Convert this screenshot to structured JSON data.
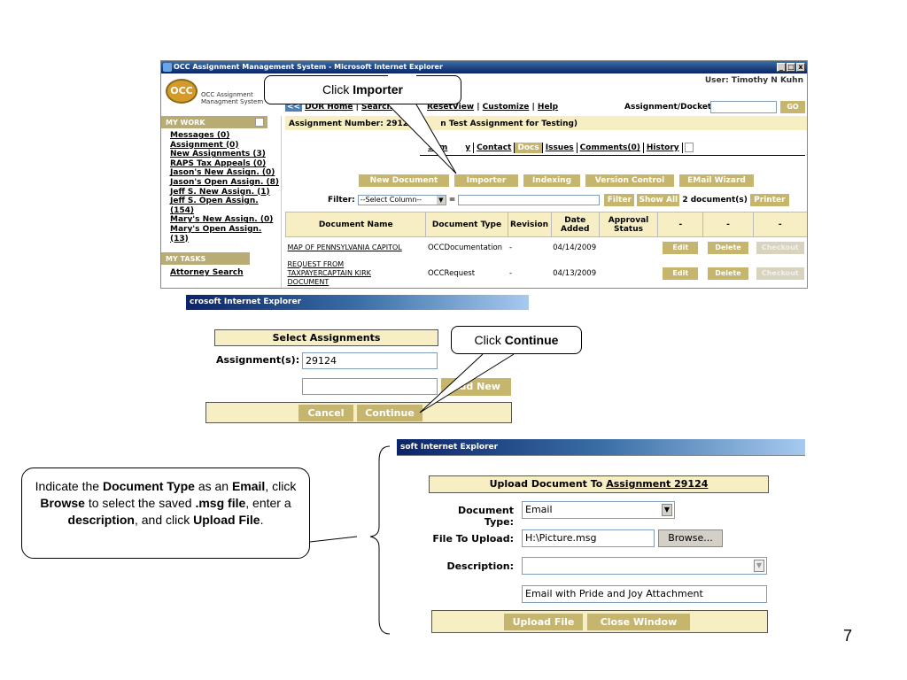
{
  "window1": {
    "title": "OCC Assignment Management System - Microsoft Internet Explorer",
    "title_buttons": [
      "_",
      "□",
      "x"
    ],
    "logo": {
      "mark": "OCC",
      "line1": "OCC Assignment",
      "line2": "Managment System"
    },
    "user": "User: Timothy N Kuhn",
    "nav": {
      "back": "<<",
      "links": [
        "DOR Home",
        "Search",
        "ResetView",
        "Customize",
        "Help"
      ],
      "separator": " | "
    },
    "assignment_docket_label": "Assignment/Docket:",
    "go_label": "GO",
    "sidebar": {
      "my_work": "MY WORK",
      "links": [
        "Messages (0)",
        "Assignment (0)",
        "New Assignments (3)",
        "RAPS Tax Appeals (0)",
        "Jason's New Assign. (0)",
        "Jason's Open Assign. (8)",
        "Jeff S. New Assign. (1)",
        "Jeff S. Open Assign.",
        "(154)",
        "Mary's New Assign. (0)",
        "Mary's Open Assign. (13)"
      ],
      "my_tasks": "MY TASKS",
      "task_links": [
        "Attorney Search"
      ]
    },
    "assignment_number": "Assignment Number: 29124",
    "assignment_suffix": "n Test Assignment for Testing)",
    "tabs": [
      "Sum",
      "y",
      "Contact",
      "Docs",
      "Issues",
      "Comments(0)",
      "History"
    ],
    "buttons": [
      "New Document",
      "Importer",
      "Indexing",
      "Version Control",
      "EMail Wizard"
    ],
    "filter_label": "Filter:",
    "filter_select": "--Select Column--",
    "filter_eq": "=",
    "filter_btn": "Filter",
    "show_all_btn": "Show All",
    "doc_count": "2 document(s)",
    "printer_btn": "Printer",
    "table": {
      "headers": [
        "Document Name",
        "Document Type",
        "Revision",
        "Date Added",
        "Approval Status",
        "-",
        "-",
        "-"
      ],
      "rows": [
        {
          "name": "MAP OF PENNSYLVANIA CAPITOL",
          "type": "OCCDocumentation",
          "revision": "-",
          "date": "04/14/2009",
          "status": "",
          "edit": "Edit",
          "delete": "Delete",
          "checkout": "Checkout"
        },
        {
          "name_l1": "REQUEST FROM",
          "name_l2": "TAXPAYERCAPTAIN KIRK",
          "name_l3": "DOCUMENT",
          "type": "OCCRequest",
          "revision": "-",
          "date": "04/13/2009",
          "status": "",
          "edit": "Edit",
          "delete": "Delete",
          "checkout": "Checkout"
        }
      ]
    }
  },
  "window2": {
    "title": "crosoft Internet Explorer",
    "header": "Select Assignments",
    "assignments_label": "Assignment(s):",
    "assignments_value": "29124",
    "add_new": "Add New",
    "cancel": "Cancel",
    "continue": "Continue"
  },
  "window3": {
    "title": "soft Internet Explorer",
    "header_prefix": "Upload Document To ",
    "header_link": "Assignment 29124",
    "doc_type_label": "Document Type:",
    "doc_type_value": "Email",
    "file_label": "File To Upload:",
    "file_value": "H:\\Picture.msg",
    "browse": "Browse...",
    "desc_label": "Description:",
    "desc_text": "Email with Pride and Joy Attachment",
    "upload": "Upload File",
    "close": "Close Window"
  },
  "callouts": {
    "importer_prefix": "Click ",
    "importer_bold": "Importer",
    "continue_prefix": "Click ",
    "continue_bold": "Continue"
  },
  "note": {
    "t1": "Indicate the ",
    "b1": "Document Type",
    "t2": " as an ",
    "b2": "Email",
    "t3": ", click ",
    "b3": "Browse",
    "t4": " to select the saved ",
    "b4": ".msg file",
    "t5": ", enter a ",
    "b5": "description",
    "t6": ", and click ",
    "b6": "Upload File",
    "t7": "."
  },
  "page_number": "7",
  "colors": {
    "accent": "#c5b56d",
    "header_bg": "#f7efc3",
    "titlebar": "#0a246a"
  }
}
